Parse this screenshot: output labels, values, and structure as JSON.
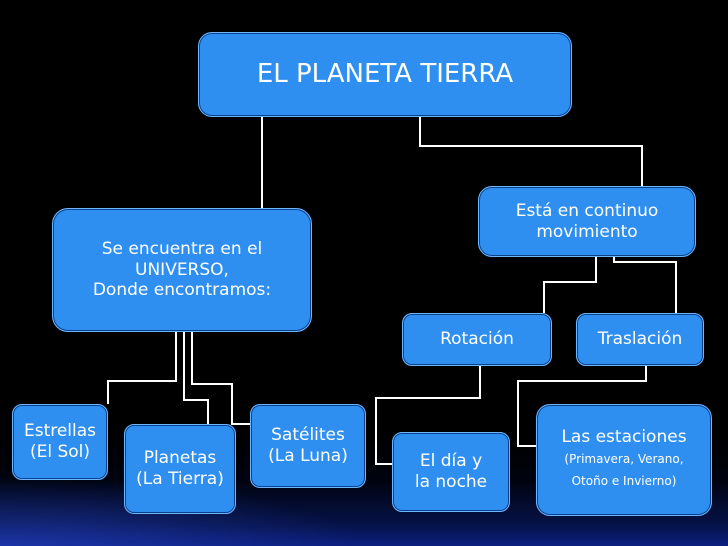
{
  "nodes": {
    "title": [
      "EL PLANETA TIERRA"
    ],
    "universo": [
      "Se encuentra en el",
      "UNIVERSO,",
      "Donde encontramos:"
    ],
    "movimiento": [
      "Está en continuo",
      "movimiento"
    ],
    "rotacion": [
      "Rotación"
    ],
    "traslacion": [
      "Traslación"
    ],
    "estrellas": [
      "Estrellas",
      "(El Sol)"
    ],
    "planetas": [
      "Planetas",
      "(La Tierra)"
    ],
    "satelites": [
      "Satélites",
      "(La Luna)"
    ],
    "dia": [
      "El día y",
      "la noche"
    ],
    "estaciones": [
      "Las estaciones",
      "(Primavera, Verano,",
      "Otoño e Invierno)"
    ]
  },
  "edges": [
    [
      "title",
      "universo"
    ],
    [
      "title",
      "movimiento"
    ],
    [
      "universo",
      "estrellas"
    ],
    [
      "universo",
      "planetas"
    ],
    [
      "universo",
      "satelites"
    ],
    [
      "movimiento",
      "rotacion"
    ],
    [
      "movimiento",
      "traslacion"
    ],
    [
      "rotacion",
      "dia"
    ],
    [
      "traslacion",
      "estaciones"
    ]
  ],
  "colors": {
    "background": "#000000",
    "box_fill": "#2f8ff0",
    "box_border": "#6bb6ff",
    "text": "#ffffff",
    "connector": "#ffffff"
  }
}
